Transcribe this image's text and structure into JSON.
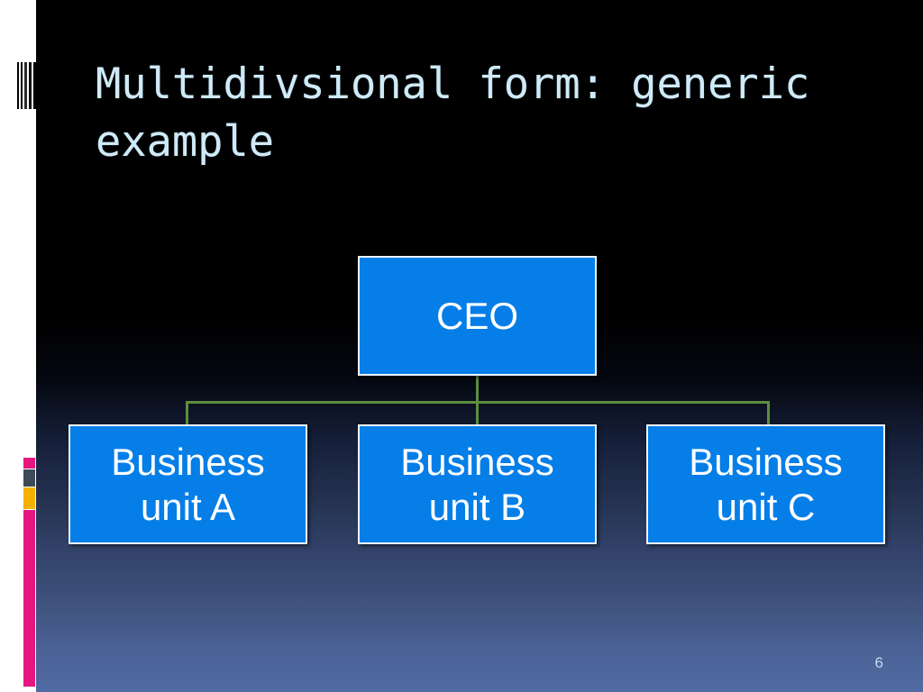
{
  "slide": {
    "title": "Multidivsional form: generic example",
    "page_number": "6",
    "background_top_color": "#000000",
    "background_bottom_color": "#4f6ba3",
    "title_color": "#cfeaf7"
  },
  "decoration": {
    "rail_background": "#ffffff",
    "line_color": "#000000",
    "segments": [
      {
        "name": "pink-tick",
        "color": "#e5167f"
      },
      {
        "name": "slate-tick",
        "color": "#3e4a58"
      },
      {
        "name": "yellow-tick",
        "color": "#f5b000"
      },
      {
        "name": "magenta-bar",
        "color": "#e5167f"
      }
    ]
  },
  "chart_data": {
    "type": "diagram",
    "title": "Multidivsional form: generic example",
    "node_fill": "#057ee8",
    "node_border": "#eef4fb",
    "connector_color": "#5c8f3e",
    "nodes": [
      {
        "id": "ceo",
        "label": "CEO",
        "level": 0
      },
      {
        "id": "bu_a",
        "label": "Business unit A",
        "level": 1
      },
      {
        "id": "bu_b",
        "label": "Business unit B",
        "level": 1
      },
      {
        "id": "bu_c",
        "label": "Business unit C",
        "level": 1
      }
    ],
    "edges": [
      {
        "from": "ceo",
        "to": "bu_a"
      },
      {
        "from": "ceo",
        "to": "bu_b"
      },
      {
        "from": "ceo",
        "to": "bu_c"
      }
    ]
  }
}
